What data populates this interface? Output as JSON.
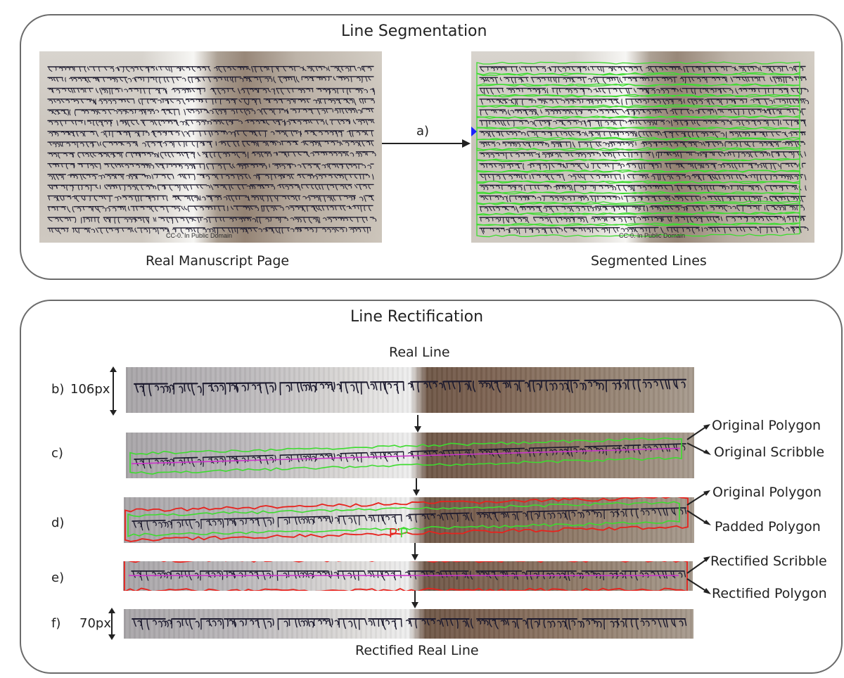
{
  "segmentation": {
    "title": "Line Segmentation",
    "step_a": "a)",
    "left_caption": "Real Manuscript Page",
    "right_caption": "Segmented Lines",
    "watermark": "CC-0. In Public Domain"
  },
  "rectification": {
    "title": "Line Rectification",
    "real_line_title": "Real Line",
    "rectified_caption": "Rectified Real Line",
    "steps": {
      "b": "b)",
      "b_size": "106px",
      "c": "c)",
      "d": "d)",
      "e": "e)",
      "f": "f)",
      "f_size": "70px"
    },
    "annotations": {
      "c_top": "Original Polygon",
      "c_bottom": "Original Scribble",
      "d_top": "Original Polygon",
      "d_bottom": "Padded Polygon",
      "e_top": "Rectified Scribble",
      "e_bottom": "Rectified Polygon",
      "points": "P'",
      "point_p": "P"
    }
  },
  "colors": {
    "polygon_green": "#3ddc2f",
    "scribble_magenta": "#cc33cc",
    "padded_red": "#e8221d",
    "marker_blue": "#1a22ff",
    "ink": "#1c1a2e"
  }
}
